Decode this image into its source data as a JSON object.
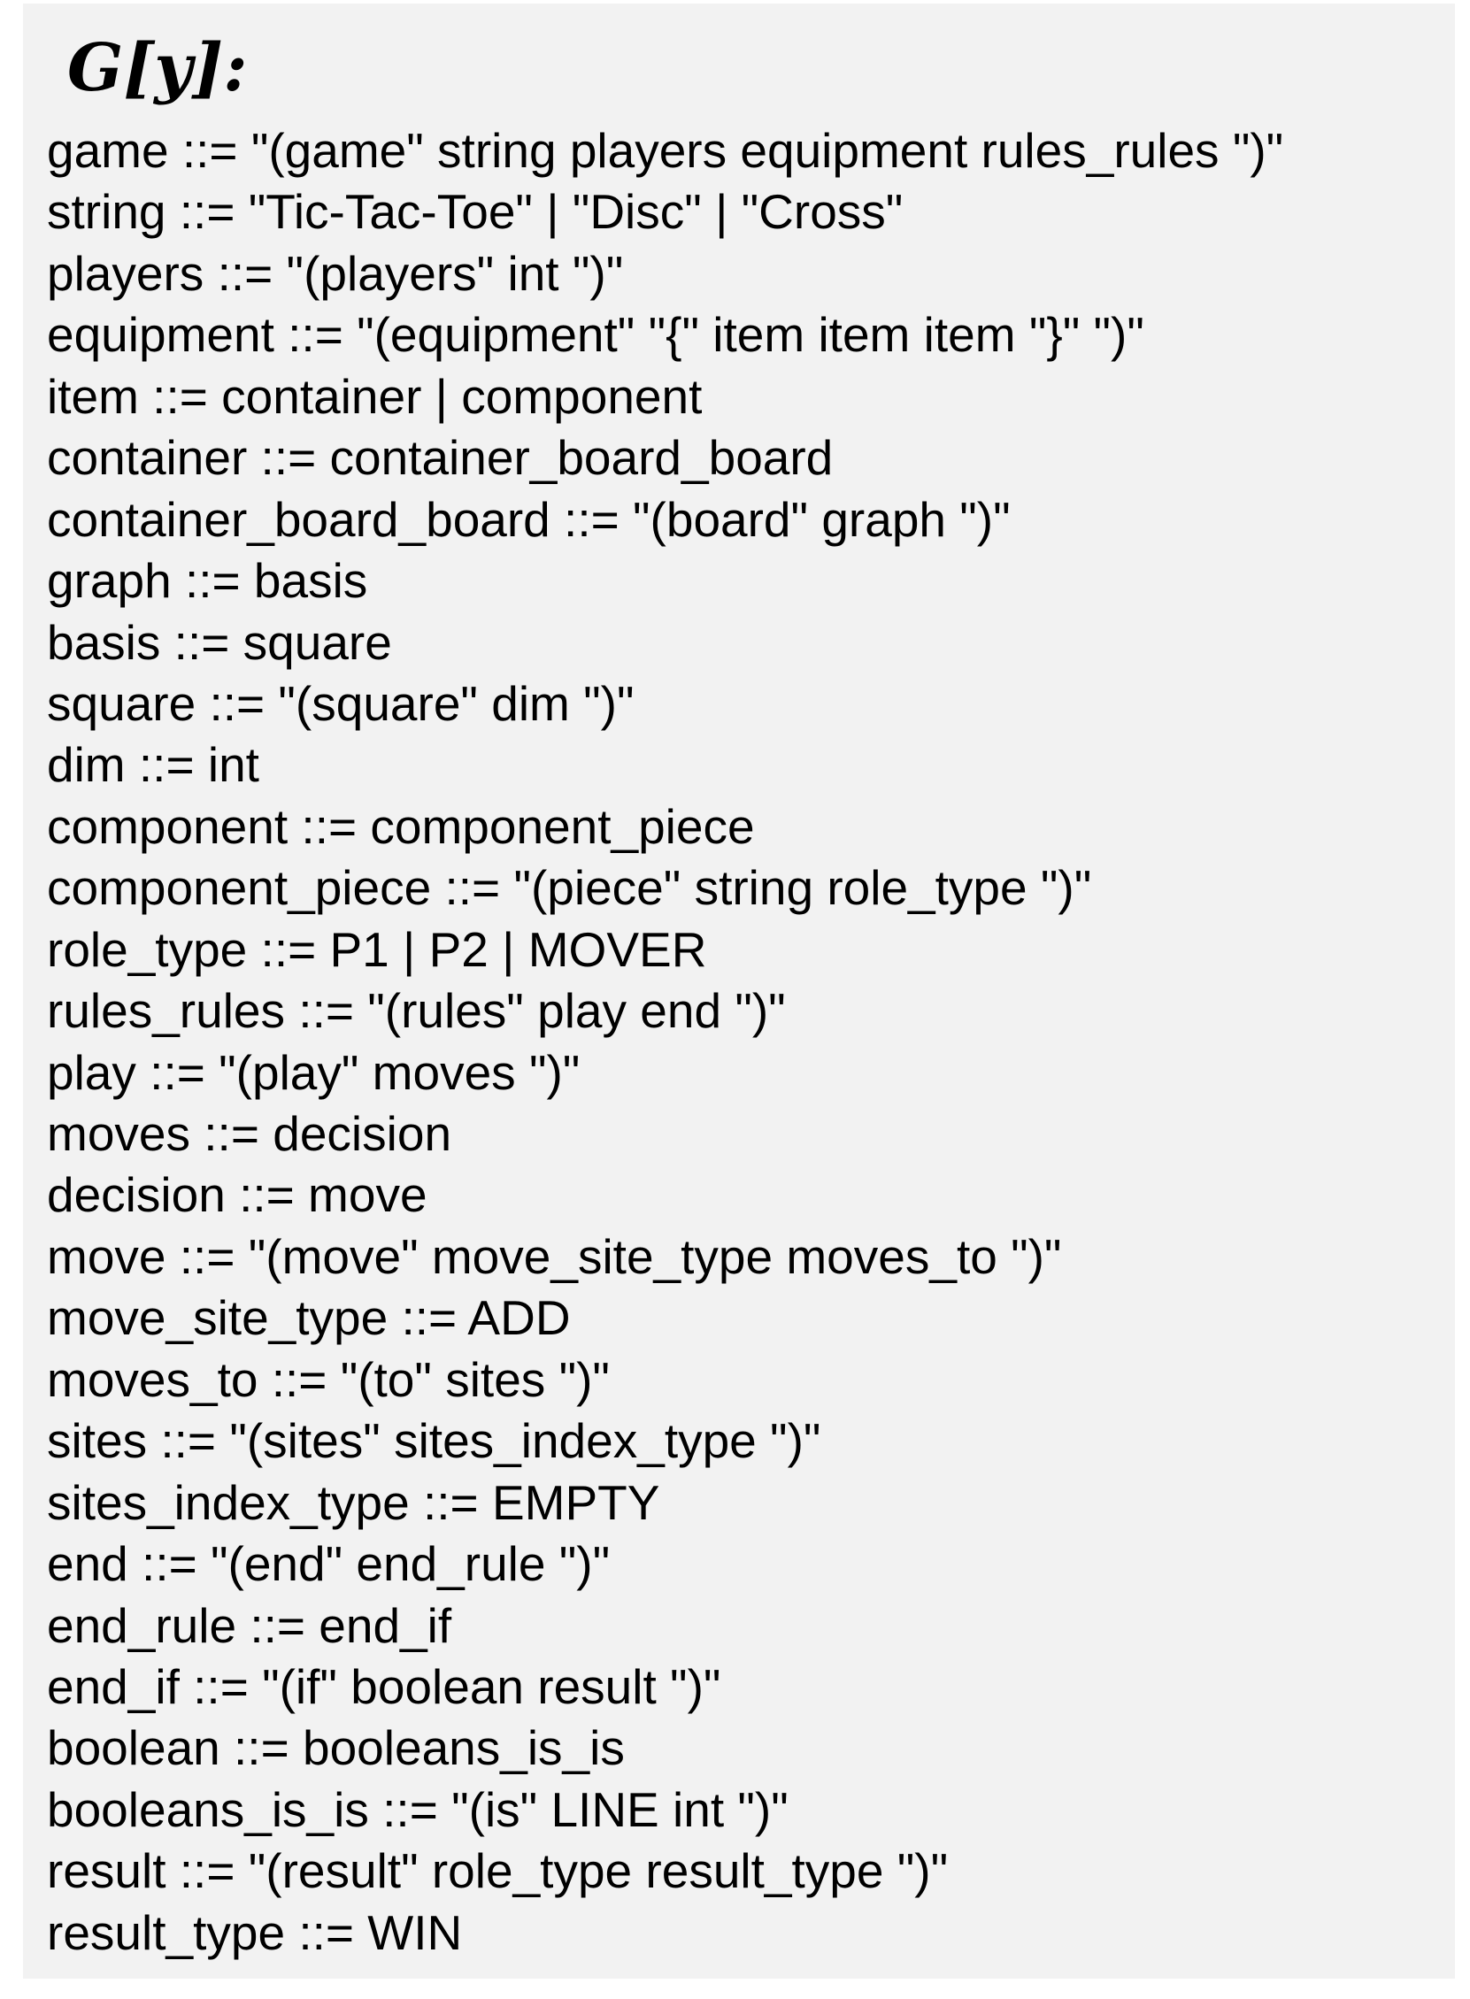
{
  "document": {
    "title": "G[y]:",
    "lines": [
      "game ::= \"(game\" string players equipment rules_rules \")\"",
      "string ::= \"Tic-Tac-Toe\" | \"Disc\" | \"Cross\"",
      "players ::= \"(players\" int \")\"",
      "equipment ::= \"(equipment\" \"{\" item item item \"}\" \")\"",
      "item ::= container | component",
      "container ::= container_board_board",
      "container_board_board ::= \"(board\" graph \")\"",
      "graph ::= basis",
      "basis ::= square",
      "square ::= \"(square\" dim \")\"",
      "dim ::= int",
      "component ::= component_piece",
      "component_piece ::= \"(piece\" string role_type \")\"",
      "role_type ::= P1 | P2 | MOVER",
      "rules_rules ::= \"(rules\" play end \")\"",
      "play ::= \"(play\" moves \")\"",
      "moves ::= decision",
      "decision ::= move",
      "move ::= \"(move\" move_site_type moves_to \")\"",
      "move_site_type ::= ADD",
      "moves_to ::= \"(to\" sites \")\"",
      "sites ::= \"(sites\" sites_index_type \")\"",
      "sites_index_type ::= EMPTY",
      "end ::= \"(end\" end_rule \")\"",
      "end_rule ::= end_if",
      "end_if ::= \"(if\" boolean result \")\"",
      "boolean ::= booleans_is_is",
      "booleans_is_is ::= \"(is\" LINE int \")\"",
      "result ::= \"(result\" role_type result_type \")\"",
      "result_type ::= WIN"
    ]
  }
}
